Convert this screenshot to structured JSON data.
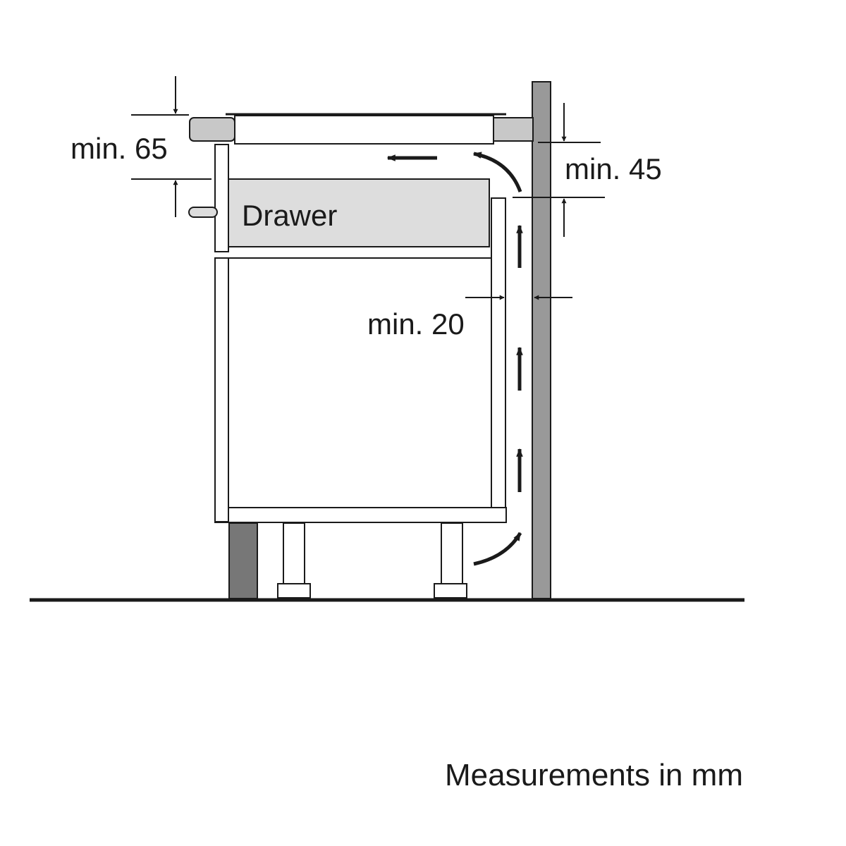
{
  "labels": {
    "min_65": "min. 65",
    "min_45": "min. 45",
    "min_20": "min. 20",
    "drawer": "Drawer",
    "footer": "Measurements in mm"
  },
  "colors": {
    "line": "#1a1a1a",
    "wall_fill": "#999999",
    "plinth_fill": "#777777",
    "drawer_fill": "#dddddd",
    "hob_side_fill": "#c8c8c8"
  }
}
